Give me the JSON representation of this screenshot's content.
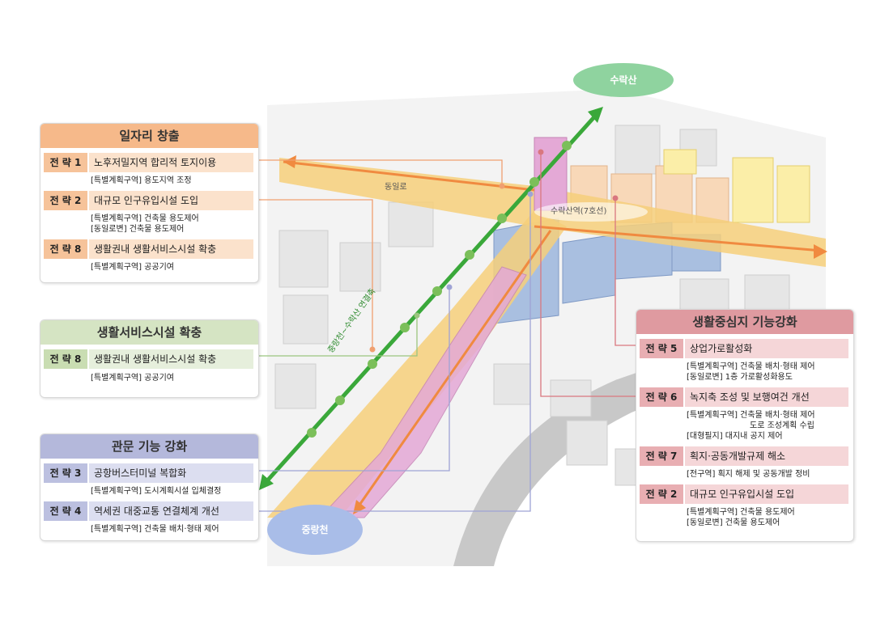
{
  "top_bubble": "수락산",
  "bottom_bubble": "중랑천",
  "map_labels": {
    "road": "동일로",
    "station": "수락산역(7호선)",
    "corridor": "중랑천~수락산 연결축"
  },
  "panel_jobs": {
    "title": "일자리 창출",
    "items": [
      {
        "tag": "전 략 1",
        "text": "노후저밀지역 합리적 토지이용",
        "subs": [
          "[특별계획구역] 용도지역 조정"
        ]
      },
      {
        "tag": "전 략 2",
        "text": "대규모 인구유입시설 도입",
        "subs": [
          "[특별계획구역] 건축물 용도제어",
          "[동일로변] 건축물 용도제어"
        ]
      },
      {
        "tag": "전 략 8",
        "text": "생활권내 생활서비스시설 확충",
        "subs": [
          "[특별계획구역] 공공기여"
        ]
      }
    ]
  },
  "panel_service": {
    "title": "생활서비스시설 확충",
    "items": [
      {
        "tag": "전 략 8",
        "text": "생활권내 생활서비스시설 확충",
        "subs": [
          "[특별계획구역] 공공기여"
        ]
      }
    ]
  },
  "panel_gate": {
    "title": "관문 기능 강화",
    "items": [
      {
        "tag": "전 략 3",
        "text": "공항버스터미널 복합화",
        "subs": [
          "[특별계획구역] 도시계획시설 입체결정"
        ]
      },
      {
        "tag": "전 략 4",
        "text": "역세권 대중교통 연결체계 개선",
        "subs": [
          "[특별계획구역] 건축물 배치·형태 제어"
        ]
      }
    ]
  },
  "panel_center": {
    "title": "생활중심지 기능강화",
    "items": [
      {
        "tag": "전 략 5",
        "text": "상업가로활성화",
        "subs": [
          "[특별계획구역] 건축물 배치·형태 제어",
          "[동일로변] 1층 가로활성화용도"
        ]
      },
      {
        "tag": "전 략 6",
        "text": "녹지축 조성 및 보행여건 개선",
        "subs": [
          "[특별계획구역] 건축물 배치·형태 제어",
          "도로 조성계획 수립",
          "[대형필지] 대지내 공지 제어"
        ]
      },
      {
        "tag": "전 략 7",
        "text": "획지·공동개발규제 해소",
        "subs": [
          "[전구역] 획지 해제 및 공동개발 정비"
        ]
      },
      {
        "tag": "전 략 2",
        "text": "대규모 인구유입시설 도입",
        "subs": [
          "[특별계획구역] 건축물 용도제어",
          "[동일로변] 건축물 용도제어"
        ]
      }
    ]
  },
  "colors": {
    "jobs_head": "#f6b98a",
    "jobs_tag": "#f6c39a",
    "jobs_txt": "#fbe2cc",
    "service_head": "#d5e4c3",
    "service_tag": "#c9ddb2",
    "service_txt": "#e6efdc",
    "gate_head": "#b4b8db",
    "gate_tag": "#bcc0e0",
    "gate_txt": "#dcdef0",
    "center_head": "#df9aa0",
    "center_tag": "#e8aeb2",
    "center_txt": "#f5d6d8",
    "green_axis": "#3aa83a",
    "road": "#f2c05a",
    "bubble_green": "#8fd39f",
    "bubble_blue": "#a9bde8"
  }
}
